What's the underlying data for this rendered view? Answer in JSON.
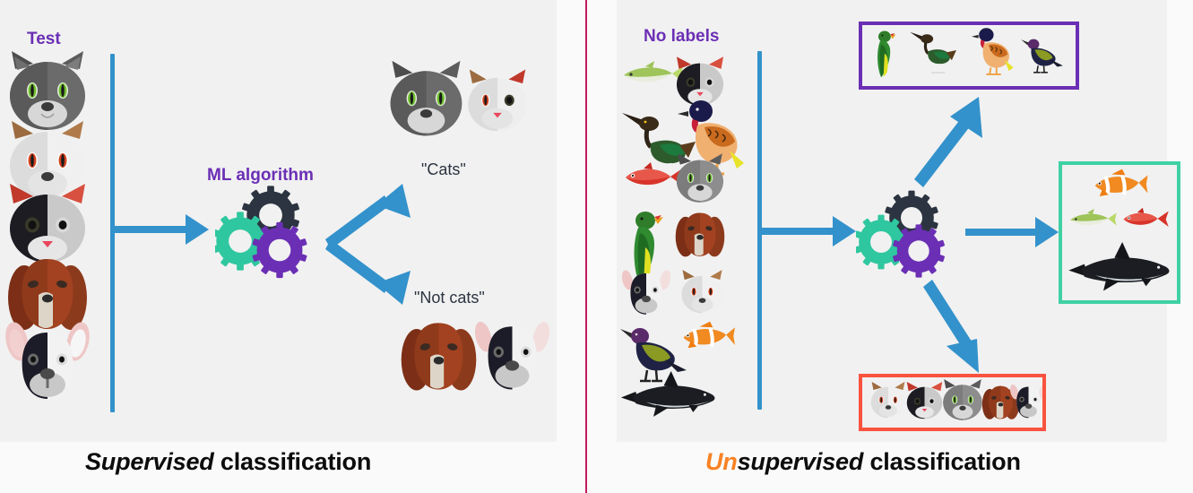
{
  "figure": {
    "background": "#fafafa",
    "panel_background": "#f1f1f1",
    "divider_color": "#c3195d",
    "arrow_color": "#3392cb"
  },
  "panels": {
    "supervised": {
      "caption_italic": "Supervised",
      "caption_rest": "classification",
      "input_label": "Test",
      "input_label_color": "#6b2fb5",
      "process_label": "ML algorithm",
      "process_label_color": "#6b2fb5",
      "input_items": [
        "gray-cat",
        "tan-white-cat",
        "black-white-cat",
        "brown-dog",
        "french-bulldog"
      ],
      "outputs": [
        {
          "label": "\"Cats\"",
          "items": [
            "gray-cat",
            "black-white-cat",
            "tan-white-cat"
          ]
        },
        {
          "label": "\"Not cats\"",
          "items": [
            "brown-dog",
            "french-bulldog"
          ]
        }
      ],
      "output_label_color": "#2b3440"
    },
    "unsupervised": {
      "caption_accent": "Un",
      "caption_accent_color": "#f98224",
      "caption_italic": "supervised",
      "caption_rest": "classification",
      "input_label": "No labels",
      "input_label_color": "#6b2fb5",
      "input_items": [
        [
          "green-fish",
          "black-white-cat"
        ],
        [
          "dark-heron",
          "orange-bird"
        ],
        [
          "red-fish",
          "gray-cat"
        ],
        [
          "green-parrot",
          "brown-dog"
        ],
        [
          "french-bulldog",
          "tan-white-cat"
        ],
        [
          "sunbird",
          "clownfish"
        ],
        [
          "shark"
        ]
      ],
      "clusters": [
        {
          "name": "birds-cluster",
          "border_color": "#6b2fb5",
          "items": [
            "green-parrot",
            "dark-heron",
            "orange-bird",
            "sunbird"
          ]
        },
        {
          "name": "fish-cluster",
          "border_color": "#3fd1a4",
          "items": [
            "clownfish",
            "green-fish",
            "red-fish",
            "shark"
          ]
        },
        {
          "name": "pets-cluster",
          "border_color": "#f9533f",
          "items": [
            "tan-white-cat",
            "black-white-cat",
            "gray-cat",
            "brown-dog",
            "french-bulldog"
          ]
        }
      ]
    }
  },
  "gears": {
    "teal": "#2fc79f",
    "navy": "#2b3440",
    "purple": "#6b2fb5"
  }
}
